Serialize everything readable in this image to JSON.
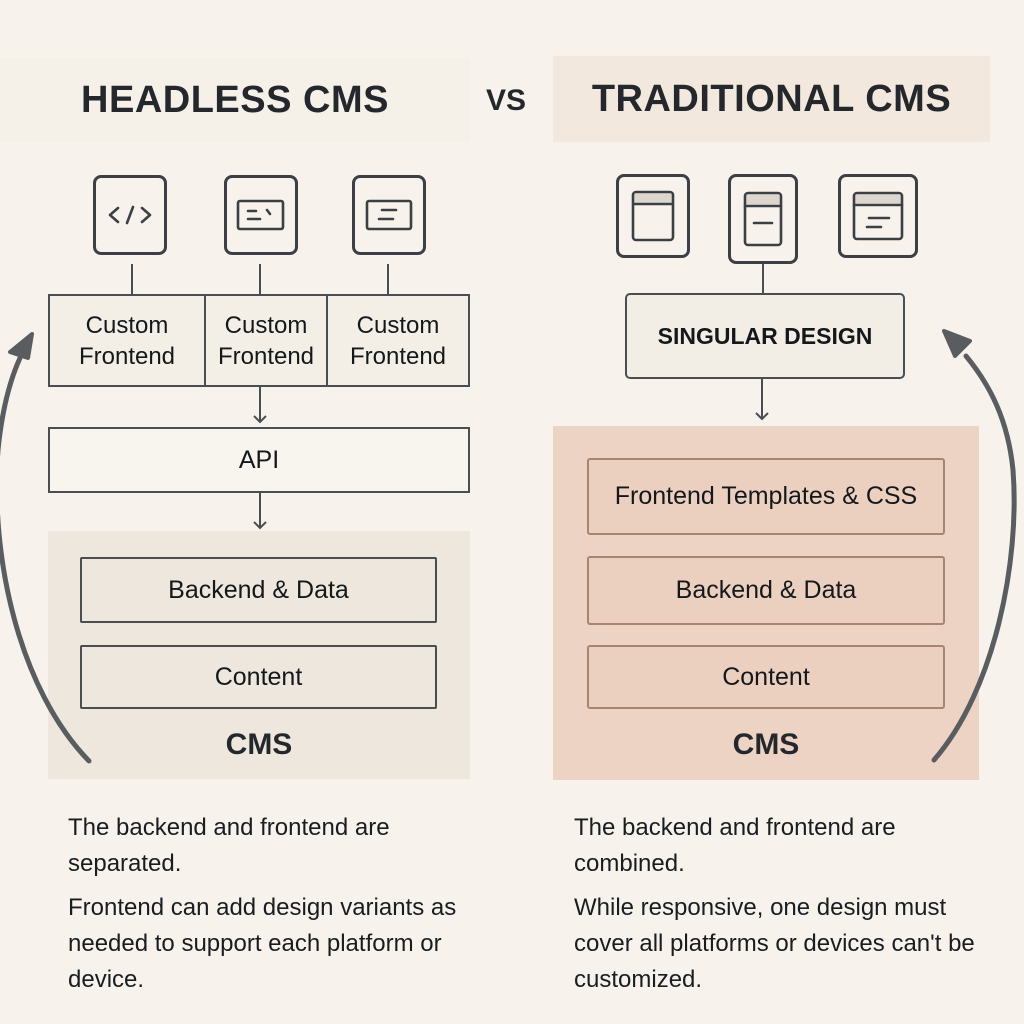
{
  "headless": {
    "title": "HEADLESS CMS",
    "icons": [
      "code-icon",
      "terminal-window-icon",
      "text-panel-icon"
    ],
    "frontends": [
      {
        "line1": "Custom",
        "line2": "Frontend"
      },
      {
        "line1": "Custom",
        "line2": "Frontend"
      },
      {
        "line1": "Custom",
        "line2": "Frontend"
      }
    ],
    "api_label": "API",
    "cms": {
      "layers": [
        "Backend & Data",
        "Content"
      ],
      "label": "CMS"
    },
    "description": [
      "The backend and frontend are separated.",
      "Frontend can add design variants as needed to support each platform or device."
    ]
  },
  "vs_label": "VS",
  "traditional": {
    "title": "TRADITIONAL CMS",
    "icons": [
      "browser-window-icon",
      "browser-window-line-icon",
      "browser-window-text-icon"
    ],
    "design_label": "SINGULAR DESIGN",
    "cms": {
      "layers": [
        "Frontend Templates & CSS",
        "Backend & Data",
        "Content"
      ],
      "label": "CMS"
    },
    "description": [
      "The backend and frontend are combined.",
      "While responsive, one design must cover all platforms or devices can't be customized."
    ]
  },
  "colors": {
    "background": "#f7f3ec",
    "headless_cms_bg": "#ede7dd",
    "traditional_cms_bg": "#ecd3c3",
    "traditional_title_bg": "#f2e8dd",
    "stroke": "#4a4e52",
    "arrow": "#5a5d60"
  }
}
